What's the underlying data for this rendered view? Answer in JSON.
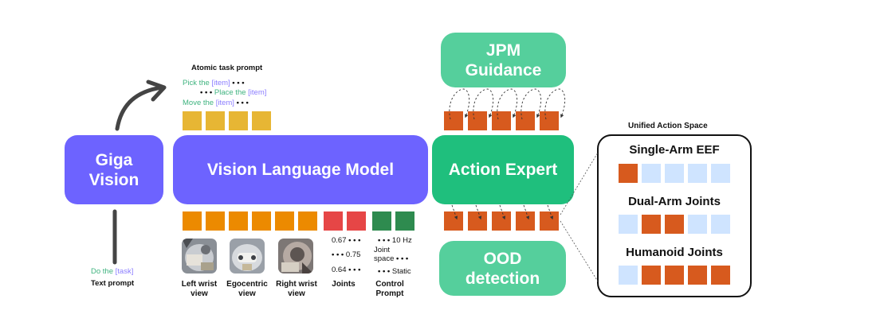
{
  "colors": {
    "purple": "#6d63ff",
    "green_dark": "#1fbf7d",
    "green_light": "#55cf9c",
    "yellow": "#e7b634",
    "orange": "#ec8a00",
    "red": "#e64646",
    "dark_green": "#2e8b4f",
    "action_orange": "#d75a1e",
    "light_blue": "#cfe4ff",
    "prompt_green": "#3fb37f",
    "prompt_purple": "#8b7dff"
  },
  "giga_vision": {
    "line1": "Giga",
    "line2": "Vision"
  },
  "vlm": {
    "label": "Vision Language Model"
  },
  "action_expert": {
    "label": "Action Expert"
  },
  "jpm": {
    "line1": "JPM",
    "line2": "Guidance"
  },
  "ood": {
    "line1": "OOD",
    "line2": "detection"
  },
  "atomic_prompt": {
    "title": "Atomic task prompt",
    "line1_text": "Pick the ",
    "line1_item": "[item]",
    "line1_dots": " • • •",
    "line2_dots": "• • • ",
    "line2_text": "Place the ",
    "line2_item": "[item]",
    "line3_text": "Move the ",
    "line3_item": "[item]",
    "line3_dots": " • • •"
  },
  "text_prompt": {
    "text": "Do the ",
    "task": "[task]",
    "label": "Text prompt"
  },
  "inputs": {
    "views": [
      {
        "label_line1": "Left wrist",
        "label_line2": "view"
      },
      {
        "label_line1": "Egocentric",
        "label_line2": "view"
      },
      {
        "label_line1": "Right wrist",
        "label_line2": "view"
      }
    ],
    "joints": {
      "v1": "0.67",
      "v2": "0.75",
      "v3": "0.64",
      "label": "Joints"
    },
    "control": {
      "hz": "10 Hz",
      "joint_line1": "Joint",
      "joint_line2": "space",
      "static": "Static",
      "label_line1": "Control",
      "label_line2": "Prompt"
    }
  },
  "unified": {
    "title": "Unified Action Space",
    "rows": [
      {
        "label": "Single-Arm EEF",
        "pattern": [
          1,
          0,
          0,
          0,
          0
        ]
      },
      {
        "label": "Dual-Arm Joints",
        "pattern": [
          0,
          1,
          1,
          0,
          0
        ]
      },
      {
        "label": "Humanoid Joints",
        "pattern": [
          0,
          1,
          1,
          1,
          1
        ]
      }
    ]
  }
}
